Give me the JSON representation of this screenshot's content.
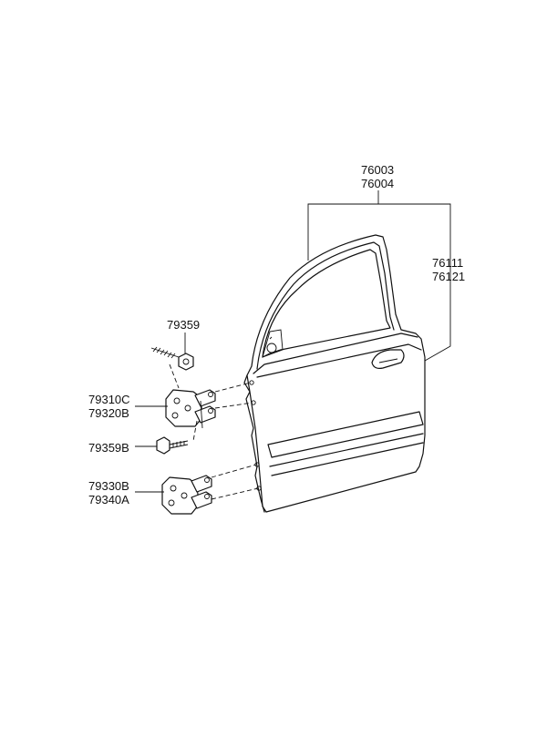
{
  "labels": {
    "door_assembly_a": "76003",
    "door_assembly_b": "76004",
    "door_panel_a": "76111",
    "door_panel_b": "76121",
    "bolt_upper": "79359",
    "hinge_upper_a": "79310C",
    "hinge_upper_b": "79320B",
    "bolt_lower": "79359B",
    "hinge_lower_a": "79330B",
    "hinge_lower_b": "79340A"
  }
}
